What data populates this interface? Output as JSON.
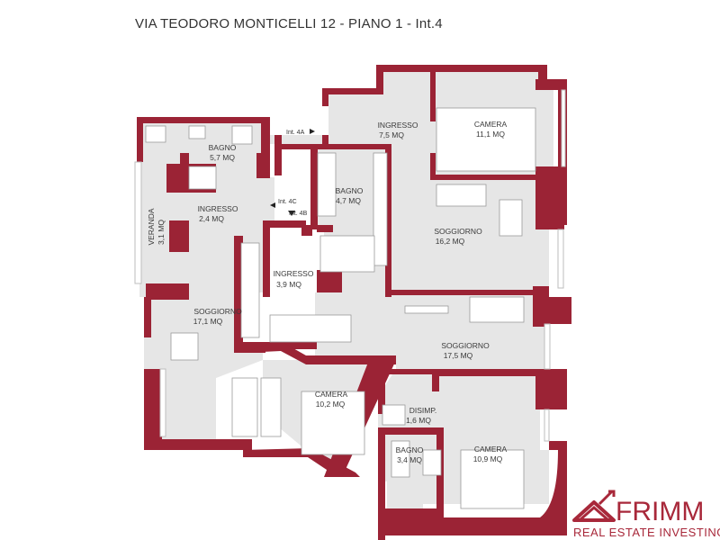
{
  "title": "VIA TEODORO MONTICELLI 12 - PIANO 1 - Int.4",
  "colors": {
    "wall": "#9b2335",
    "floor": "#e6e6e6",
    "furniture": "#ffffff",
    "brand": "#a8283a"
  },
  "rooms": [
    {
      "name": "BAGNO",
      "area": "5,7 MQ"
    },
    {
      "name": "INGRESSO",
      "area": "2,4 MQ"
    },
    {
      "name": "VERANDA",
      "area": "3,1 MQ"
    },
    {
      "name": "SOGGIORNO",
      "area": "17,1 MQ"
    },
    {
      "name": "INGRESSO",
      "area": "3,9 MQ"
    },
    {
      "name": "BAGNO",
      "area": "4,7 MQ"
    },
    {
      "name": "INGRESSO",
      "area": "7,5 MQ"
    },
    {
      "name": "CAMERA",
      "area": "11,1 MQ"
    },
    {
      "name": "SOGGIORNO",
      "area": "16,2 MQ"
    },
    {
      "name": "SOGGIORNO",
      "area": "17,5 MQ"
    },
    {
      "name": "CAMERA",
      "area": "10,2 MQ"
    },
    {
      "name": "DISIMP.",
      "area": "1,6 MQ"
    },
    {
      "name": "BAGNO",
      "area": "3,4 MQ"
    },
    {
      "name": "CAMERA",
      "area": "10,9 MQ"
    }
  ],
  "doors": [
    {
      "label": "Int. 4A",
      "arrow": "right-arrow-icon"
    },
    {
      "label": "Int. 4C",
      "arrow": "left-arrow-icon"
    },
    {
      "label": "Int. 4B",
      "arrow": "down-arrow-icon"
    }
  ],
  "brand": {
    "name": "FRIMM",
    "tagline": "REAL ESTATE INVESTING"
  }
}
